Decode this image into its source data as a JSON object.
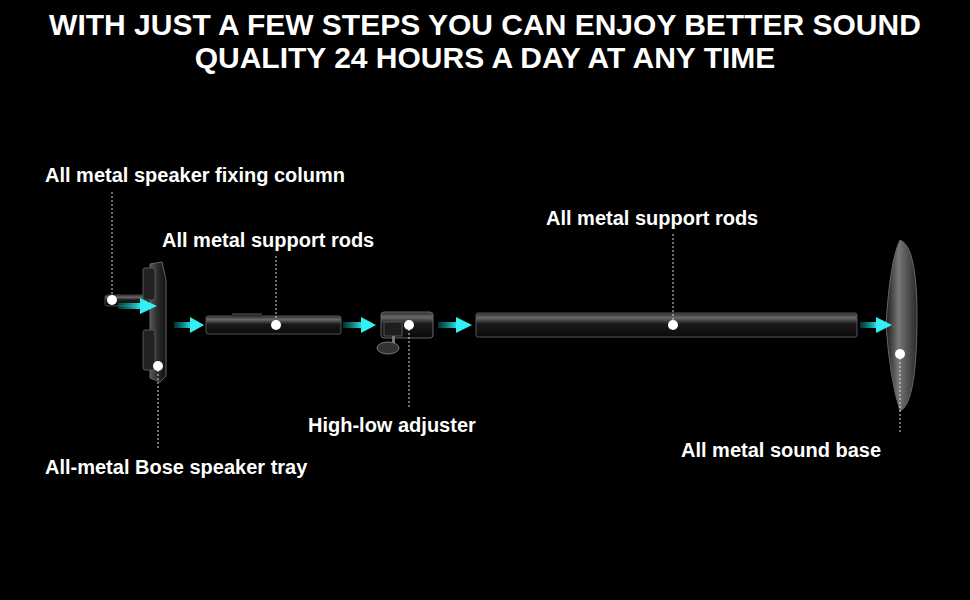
{
  "diagram": {
    "title": "WITH JUST A FEW STEPS YOU CAN ENJOY BETTER SOUND QUALITY 24 HOURS A DAY AT ANY TIME",
    "labels": [
      "All metal speaker fixing column",
      "All metal support rods",
      "All metal support rods",
      "High-low adjuster",
      "All-metal Bose speaker tray",
      "All metal sound base"
    ]
  }
}
